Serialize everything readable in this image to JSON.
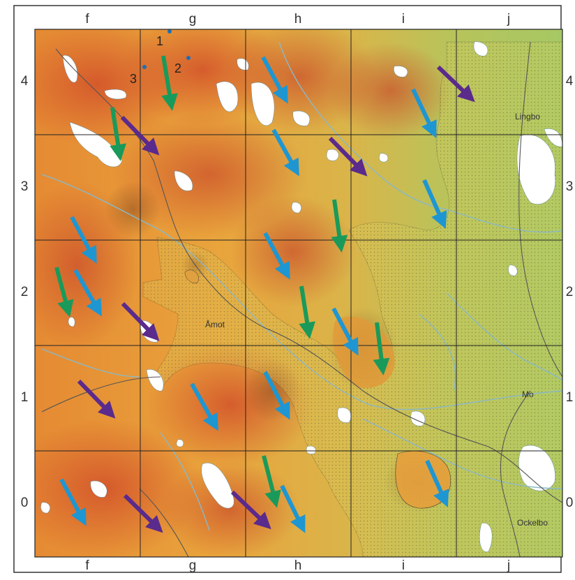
{
  "grid": {
    "columns": [
      "f",
      "g",
      "h",
      "i",
      "j"
    ],
    "rows": [
      "4",
      "3",
      "2",
      "1",
      "0"
    ]
  },
  "places": {
    "lingbo": "Lingbo",
    "amot": "Åmot",
    "mo": "Mo",
    "ockelbo": "Ockelbo"
  },
  "sites": [
    "1",
    "2",
    "3"
  ],
  "colors": {
    "arrow_blue": "#1e96d2",
    "arrow_green": "#1a9a5a",
    "arrow_purple": "#5a2a8c",
    "relief_high": "#d9622a",
    "relief_mid": "#e7a43a",
    "relief_low": "#a8c85a",
    "lake": "#ffffff",
    "grid_line": "#222222",
    "river": "#8ab8c8",
    "road": "#555555",
    "site_dot": "#1e6fb4"
  }
}
